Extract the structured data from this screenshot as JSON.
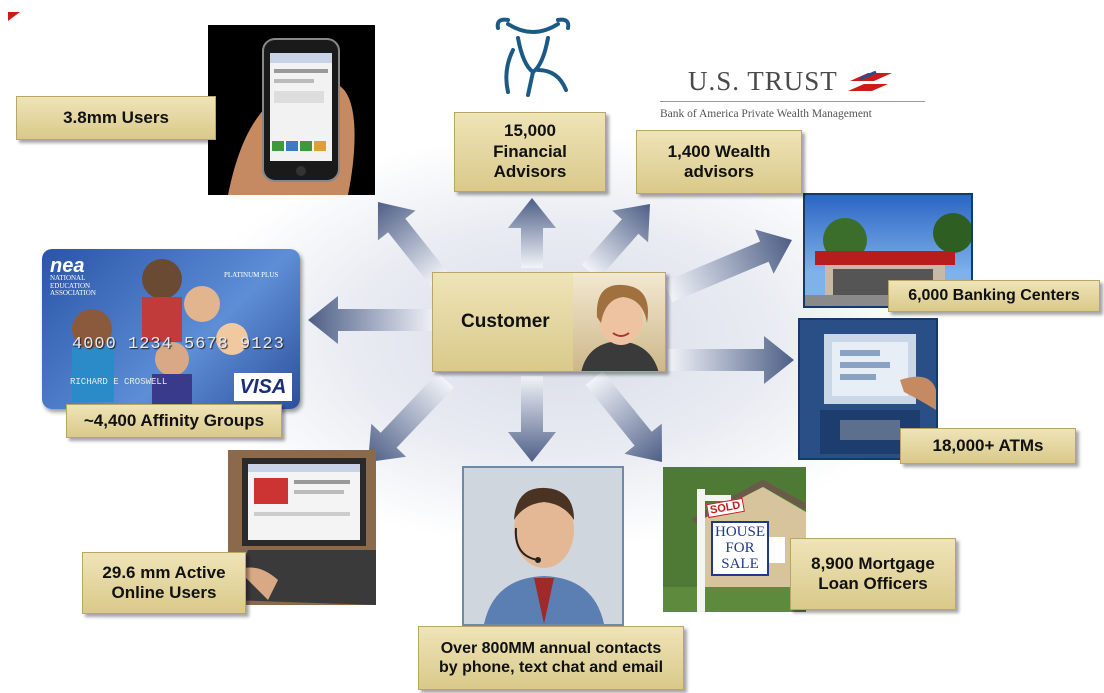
{
  "center": {
    "label": "Customer"
  },
  "brands": {
    "ustrust_title": "U.S. TRUST",
    "ustrust_subtitle": "Bank of America Private Wealth Management"
  },
  "nodes": {
    "users": "3.8mm Users",
    "advisors": "15,000\nFinancial\nAdvisors",
    "wealth": "1,400 Wealth\nadvisors",
    "banking": "6,000 Banking Centers",
    "affinity": "~4,400 Affinity Groups",
    "atms": "18,000+ ATMs",
    "online": "29.6 mm Active\nOnline Users",
    "contacts": "Over 800MM annual contacts\nby phone, text chat and email",
    "mortgage": "8,900 Mortgage\nLoan Officers"
  },
  "card": {
    "brand": "nea",
    "org": "NATIONAL\nEDUCATION\nASSOCIATION",
    "tier": "PLATINUM PLUS",
    "number": "4000 1234 5678 9123",
    "holder": "RICHARD E CROSWELL",
    "network": "VISA"
  },
  "sign": {
    "sold": "SOLD",
    "text": "HOUSE\nFOR\nSALE"
  },
  "colors": {
    "box_fill": "#e5d7a0",
    "arrow": "#4d5e86",
    "accent": "#cc1b1b"
  }
}
